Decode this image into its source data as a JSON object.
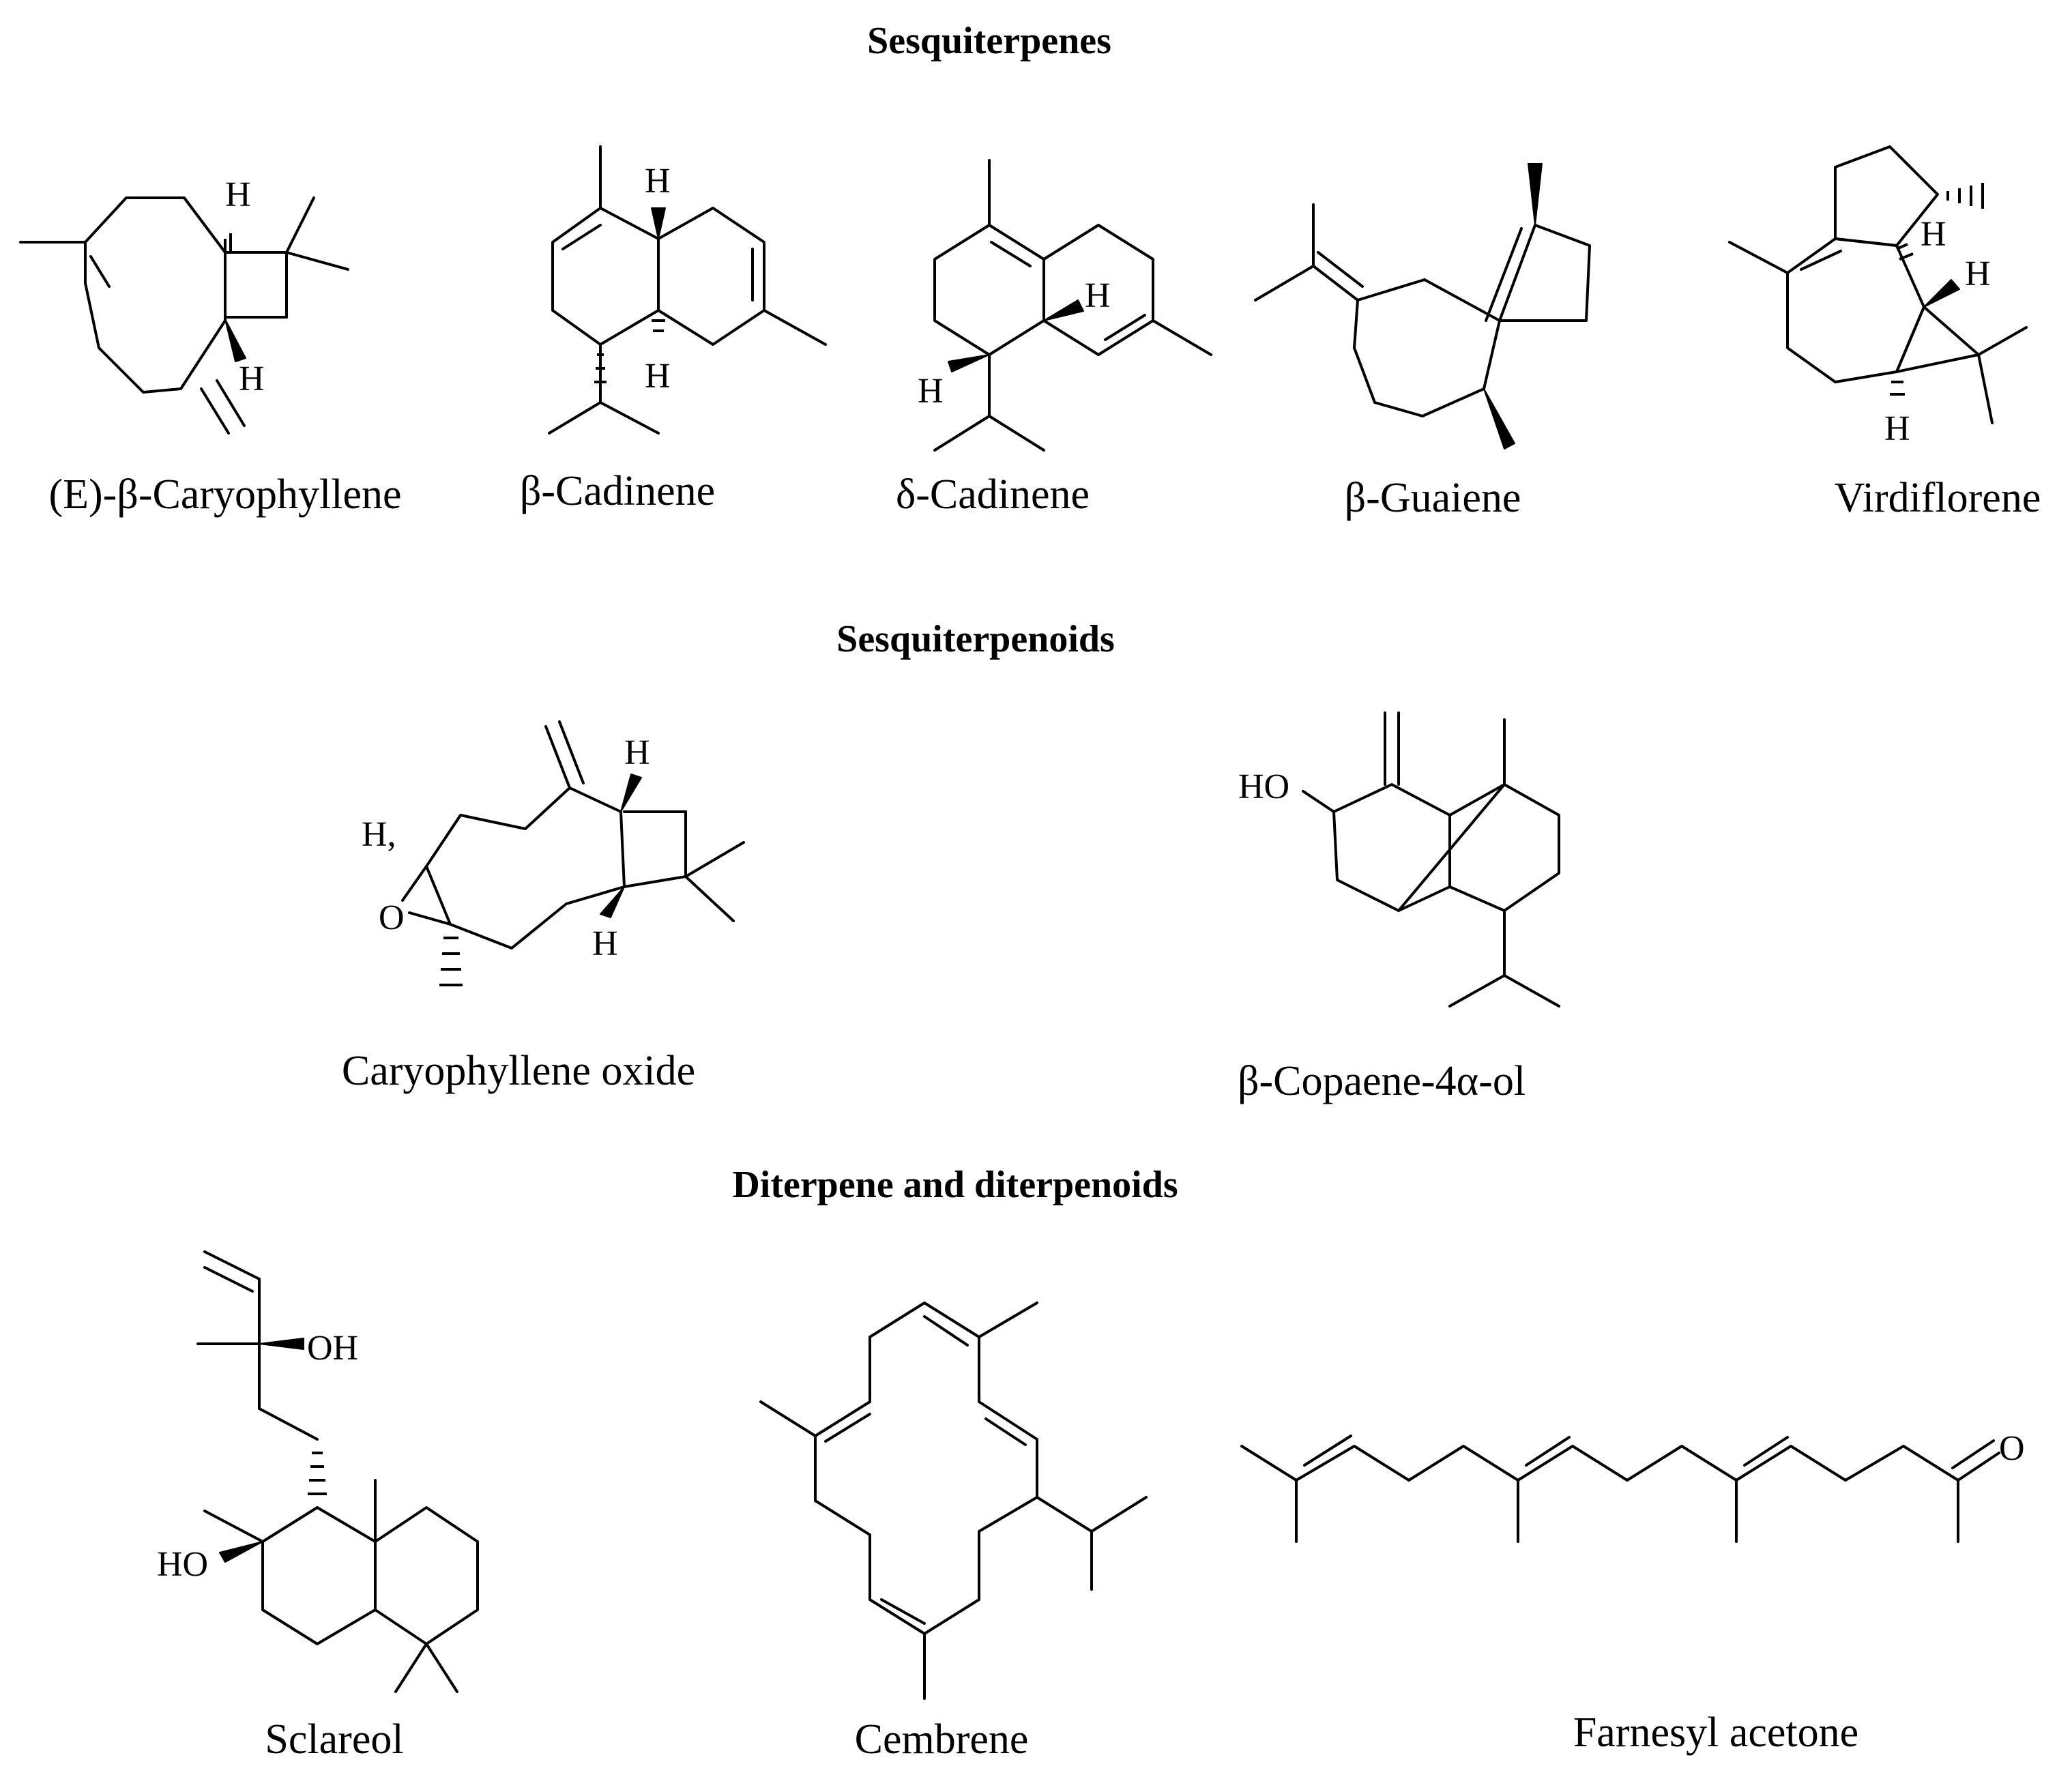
{
  "sections": {
    "sesquiterpenes": "Sesquiterpenes",
    "sesquiterpenoids": "Sesquiterpenoids",
    "diterpenes": "Diterpene and diterpenoids"
  },
  "compounds": {
    "caryophyllene": "(E)-β-Caryophyllene",
    "b_cadinene": "β-Cadinene",
    "d_cadinene": "δ-Cadinene",
    "b_guaiene": "β-Guaiene",
    "virdiflorene": "Virdiflorene",
    "caryophyllene_oxide": "Caryophyllene oxide",
    "copaenol": "β-Copaene-4α-ol",
    "sclareol": "Sclareol",
    "cembrene": "Cembrene",
    "farnesyl_acetone": "Farnesyl acetone"
  },
  "atom_labels": {
    "h": "H",
    "o": "O",
    "oh": "OH",
    "ho": "HO",
    "h_comma": "H,"
  }
}
